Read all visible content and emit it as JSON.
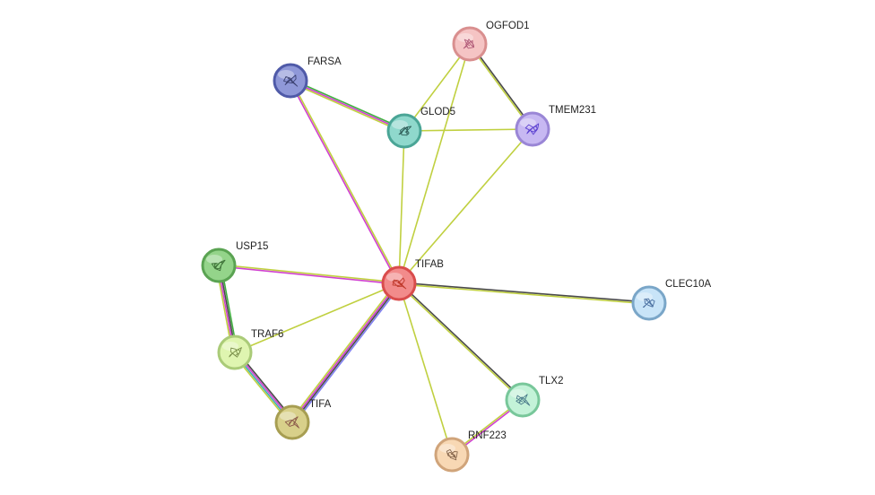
{
  "network": {
    "nodes": [
      {
        "id": "TIFAB",
        "label": "TIFAB",
        "fill": "#f28b8b",
        "ring": "#d94c4c",
        "glyph_color": "#c0392b"
      },
      {
        "id": "OGFOD1",
        "label": "OGFOD1",
        "fill": "#f5c4c4",
        "ring": "#d98f8f",
        "glyph_color": "#b05a78"
      },
      {
        "id": "FARSA",
        "label": "FARSA",
        "fill": "#8f98d8",
        "ring": "#4f5aa8",
        "glyph_color": "#3a4070"
      },
      {
        "id": "GLOD5",
        "label": "GLOD5",
        "fill": "#8fd8cc",
        "ring": "#4aa596",
        "glyph_color": "#2f5e58"
      },
      {
        "id": "TMEM231",
        "label": "TMEM231",
        "fill": "#c7b8f2",
        "ring": "#9a86d6",
        "glyph_color": "#5a3fd0"
      },
      {
        "id": "USP15",
        "label": "USP15",
        "fill": "#94d48a",
        "ring": "#5aa352",
        "glyph_color": "#3b6e35"
      },
      {
        "id": "TRAF6",
        "label": "TRAF6",
        "fill": "#dff5b0",
        "ring": "#aacb78",
        "glyph_color": "#7a8f4a"
      },
      {
        "id": "TIFA",
        "label": "TIFA",
        "fill": "#d8d08a",
        "ring": "#a79e52",
        "glyph_color": "#8a5a4a"
      },
      {
        "id": "CLEC10A",
        "label": "CLEC10A",
        "fill": "#c8e4f8",
        "ring": "#7aa6c8",
        "glyph_color": "#4a6fa0"
      },
      {
        "id": "TLX2",
        "label": "TLX2",
        "fill": "#c3f2d8",
        "ring": "#78c79a",
        "glyph_color": "#4a7a8a"
      },
      {
        "id": "RNF223",
        "label": "RNF223",
        "fill": "#f8d8b4",
        "ring": "#d0a47a",
        "glyph_color": "#8a6a50"
      }
    ],
    "edges": [
      {
        "from": "TIFAB",
        "to": "FARSA",
        "colors": [
          "#d040d0",
          "#c0d040"
        ]
      },
      {
        "from": "TIFAB",
        "to": "GLOD5",
        "colors": [
          "#c0d040"
        ]
      },
      {
        "from": "TIFAB",
        "to": "OGFOD1",
        "colors": [
          "#c0d040"
        ]
      },
      {
        "from": "TIFAB",
        "to": "TMEM231",
        "colors": [
          "#c0d040"
        ]
      },
      {
        "from": "TIFAB",
        "to": "USP15",
        "colors": [
          "#d040d0",
          "#c0d040"
        ]
      },
      {
        "from": "TIFAB",
        "to": "TRAF6",
        "colors": [
          "#c0d040"
        ]
      },
      {
        "from": "TIFAB",
        "to": "TIFA",
        "colors": [
          "#8080f0",
          "#4a4a4a",
          "#d040d0",
          "#c0d040"
        ]
      },
      {
        "from": "TIFAB",
        "to": "CLEC10A",
        "colors": [
          "#4a4a4a",
          "#c0d040"
        ]
      },
      {
        "from": "TIFAB",
        "to": "TLX2",
        "colors": [
          "#4a4a4a",
          "#c0d040"
        ]
      },
      {
        "from": "TIFAB",
        "to": "RNF223",
        "colors": [
          "#c0d040"
        ]
      },
      {
        "from": "FARSA",
        "to": "GLOD5",
        "colors": [
          "#40b040",
          "#d040d0",
          "#c0d040"
        ]
      },
      {
        "from": "GLOD5",
        "to": "OGFOD1",
        "colors": [
          "#c0d040"
        ]
      },
      {
        "from": "GLOD5",
        "to": "TMEM231",
        "colors": [
          "#c0d040"
        ]
      },
      {
        "from": "OGFOD1",
        "to": "TMEM231",
        "colors": [
          "#4a4a4a",
          "#c0d040"
        ]
      },
      {
        "from": "USP15",
        "to": "TRAF6",
        "colors": [
          "#40b040",
          "#4a4a4a",
          "#d040d0",
          "#c0d040"
        ]
      },
      {
        "from": "TRAF6",
        "to": "TIFA",
        "colors": [
          "#4a4a4a",
          "#d040d0",
          "#40b0b0",
          "#c0d040"
        ]
      },
      {
        "from": "TLX2",
        "to": "RNF223",
        "colors": [
          "#d040d0",
          "#c0d040"
        ]
      }
    ]
  }
}
